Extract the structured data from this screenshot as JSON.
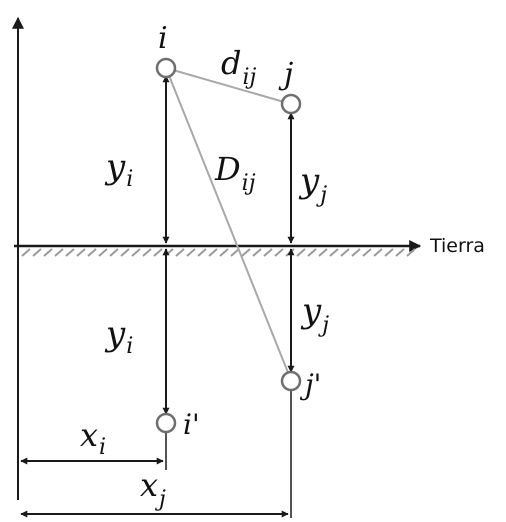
{
  "diagram": {
    "ground_label": "Tierra",
    "nodes": {
      "i": "i",
      "j": "j",
      "i_image": "i'",
      "j_image": "j'"
    },
    "labels": {
      "d": "d",
      "d_sub": "ij",
      "D": "D",
      "D_sub": "ij",
      "y": "y",
      "y_i_sub": "i",
      "y_j_sub": "j",
      "x": "x",
      "x_i_sub": "i",
      "x_j_sub": "j"
    },
    "colors": {
      "line": "#1a1a1a",
      "connector": "#a8a8a8",
      "node_stroke": "#6e6e6e",
      "hatch": "#9a9a9a"
    }
  }
}
